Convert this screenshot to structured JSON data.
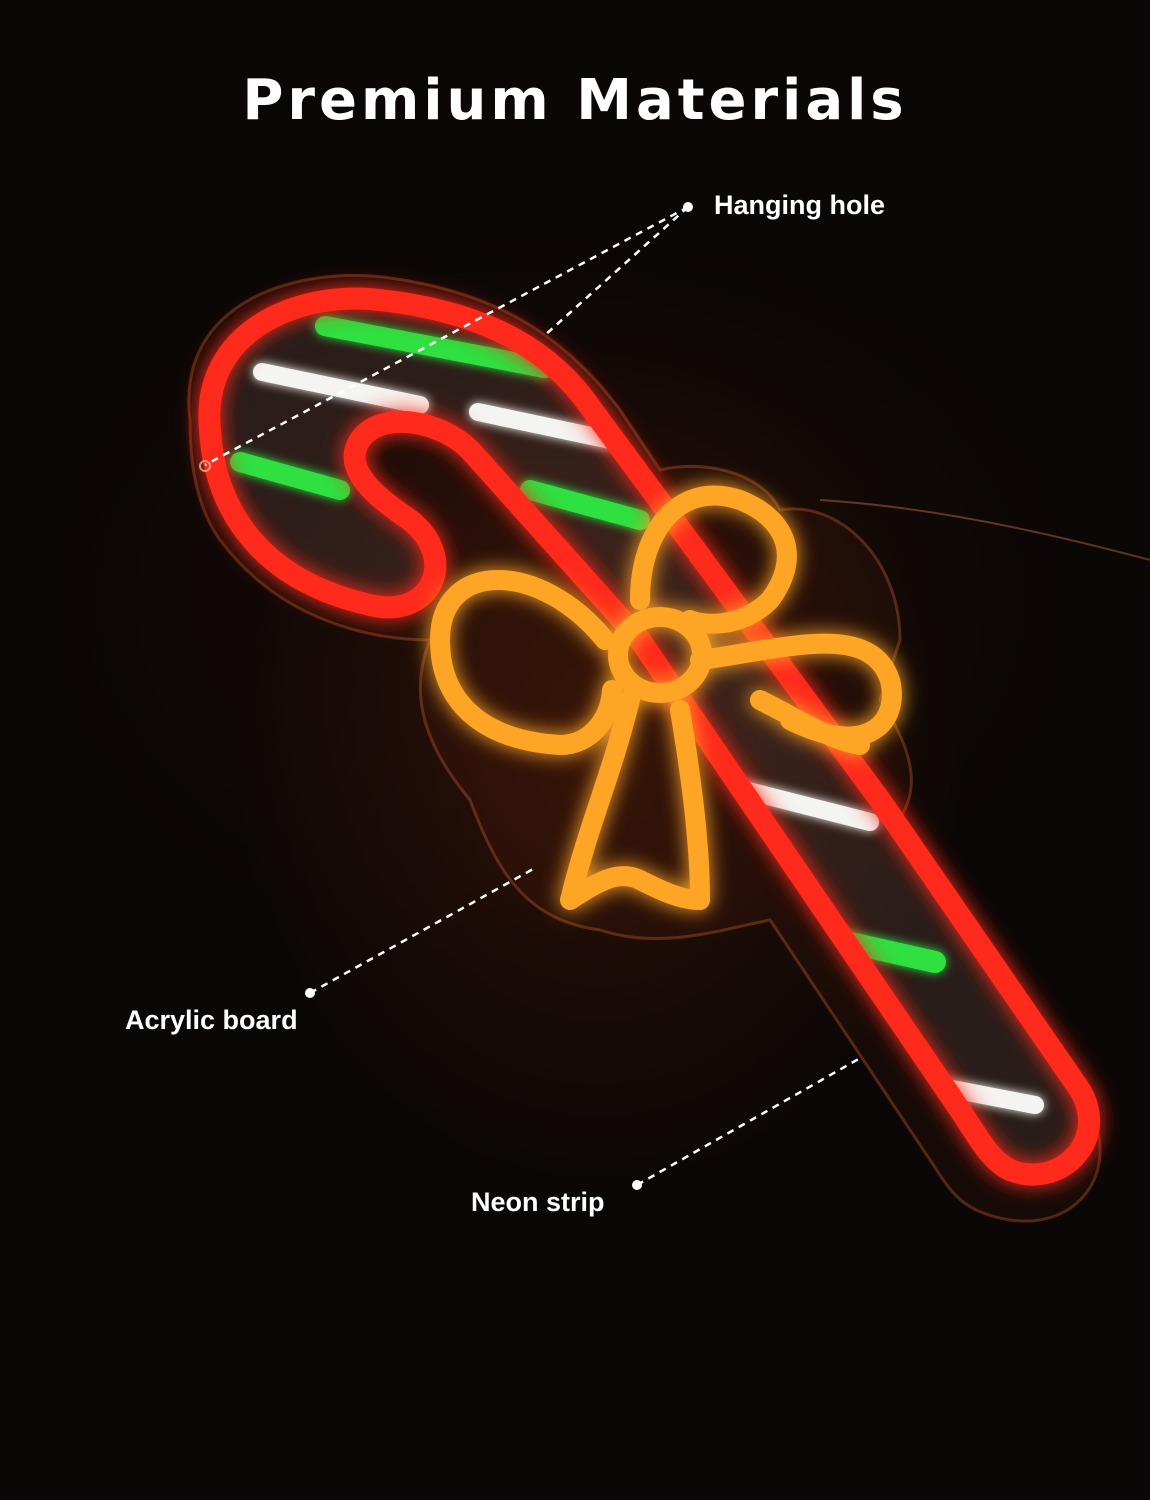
{
  "title": "Premium Materials",
  "callouts": {
    "hanging_hole": "Hanging hole",
    "acrylic_board": "Acrylic board",
    "neon_strip": "Neon strip"
  },
  "colors": {
    "background": "#0b0706",
    "neon_red": "#ff2a1a",
    "neon_orange": "#ffa526",
    "neon_green": "#2fe040",
    "neon_white": "#f4f4f0",
    "text": "#ffffff"
  }
}
